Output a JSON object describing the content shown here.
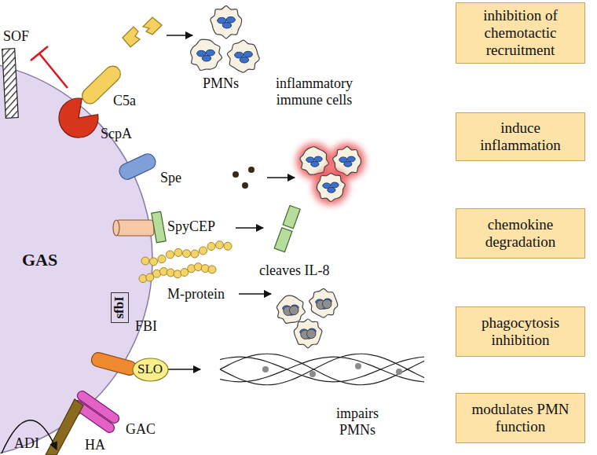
{
  "diagram": {
    "nodes": [
      {
        "text": [
          "GAS"
        ]
      },
      {
        "text": [
          "sfbI"
        ],
        "in": 0
      },
      {
        "text": [
          "SLO"
        ]
      },
      {
        "text": [
          "inhibition of chemotactic recruitment"
        ]
      },
      {
        "text": [
          "induce inflammation"
        ]
      },
      {
        "text": [
          "chemokine degradation"
        ]
      },
      {
        "text": [
          "phagocytosis inhibition"
        ]
      },
      {
        "text": [
          "modulates PMN function"
        ]
      }
    ],
    "labels": [
      "SOF",
      "C5a",
      "ScpA",
      "PMNs",
      "inflammatory immune cells",
      "Spe",
      "SpyCEP",
      "cleaves IL-8",
      "M-protein",
      "FBI",
      "impairs PMNs",
      "GAC",
      "HA",
      "ADI"
    ]
  }
}
